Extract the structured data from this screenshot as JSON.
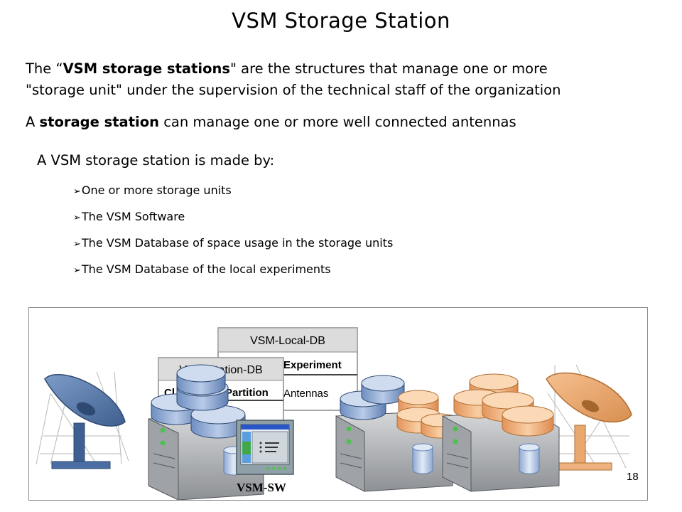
{
  "slide": {
    "title": "VSM Storage Station",
    "para1": {
      "line1_prefix": "The “",
      "line1_bold": "VSM storage stations",
      "line1_suffix": "\" are the structures that manage one or more",
      "line2": "\"storage unit\" under the supervision of the technical staff of the organization"
    },
    "para2": {
      "prefix": "A ",
      "bold": "storage station",
      "suffix": " can manage one or more well connected antennas"
    },
    "made_by": "A VSM storage station is made by:",
    "bullet_glyph": "➢",
    "bullets": [
      "One or more storage units",
      "The VSM Software",
      "The VSM Database of space usage in the storage units",
      "The  VSM  Database of the local experiments"
    ],
    "page_number": "18"
  },
  "figure": {
    "local_db": {
      "title": "VSM-Local-DB",
      "col_header": "Experiment",
      "row1": "Antennas"
    },
    "station_db": {
      "title": "VSM-Station-DB",
      "col_header_partial": "Cl",
      "col_header": "Partition"
    },
    "software_label": "VSM-SW",
    "colors": {
      "left_dish": "#5b7fb0",
      "right_dish": "#e8a870",
      "disk_blue": "#8fa9d2",
      "disk_orange": "#f2b27a",
      "server_gray": "#b8babd"
    }
  }
}
